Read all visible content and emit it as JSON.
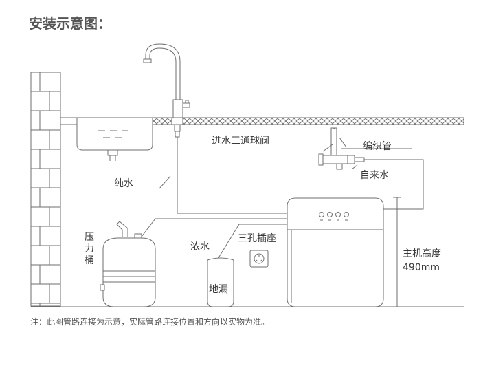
{
  "title": "安装示意图：",
  "labels": {
    "valve": "进水三通球阀",
    "braided_hose": "编织管",
    "tap_water": "自来水",
    "pure_water": "纯水",
    "pressure_tank": "压力桶",
    "concentrate": "浓水",
    "socket": "三孔插座",
    "floor_drain": "地漏",
    "unit_height": "主机高度",
    "unit_height_value": "490mm"
  },
  "note": "注：此图管路连接为示意，实际管路连接位置和方向以实物为准。",
  "colors": {
    "line": "#6e6e6e",
    "text": "#3a3a3a",
    "title": "#555555"
  }
}
